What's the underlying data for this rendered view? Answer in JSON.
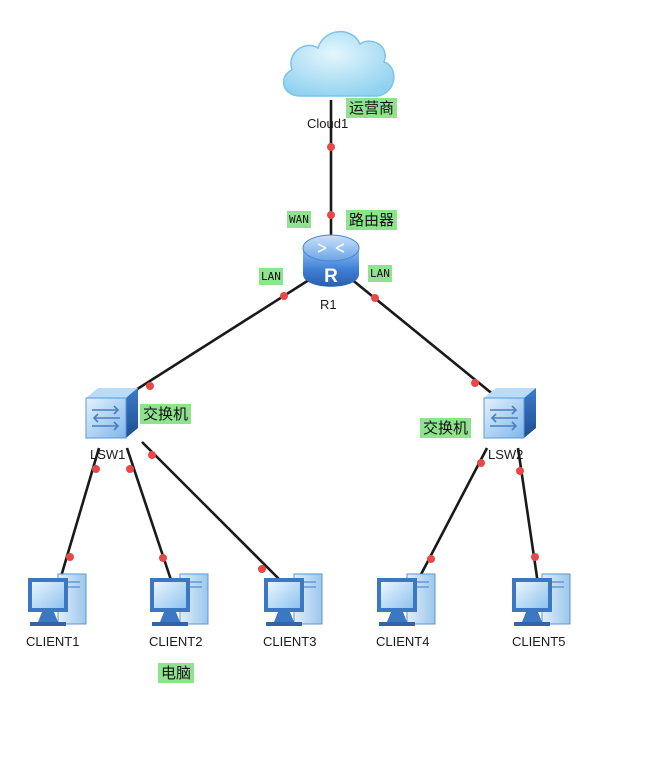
{
  "nodes": {
    "cloud": {
      "label": "Cloud1",
      "tag": "运营商"
    },
    "router": {
      "label": "R1",
      "tag": "路由器",
      "glyph": "R"
    },
    "lsw1": {
      "label": "LSW1",
      "tag": "交换机"
    },
    "lsw2": {
      "label": "LSW2",
      "tag": "交换机"
    },
    "clients": [
      {
        "label": "CLIENT1"
      },
      {
        "label": "CLIENT2",
        "tag": "电脑"
      },
      {
        "label": "CLIENT3"
      },
      {
        "label": "CLIENT4"
      },
      {
        "label": "CLIENT5"
      }
    ]
  },
  "ports": {
    "wan": "WAN",
    "lan_left": "LAN",
    "lan_right": "LAN"
  },
  "colors": {
    "tag_bg": "#8fe38f",
    "link": "#1a1a1a",
    "port_dot": "#e84848",
    "cloud": "#a6dcf3",
    "router": "#3f7fd6",
    "switch": "#4c8fd8",
    "monitor": "#3a78c4"
  }
}
